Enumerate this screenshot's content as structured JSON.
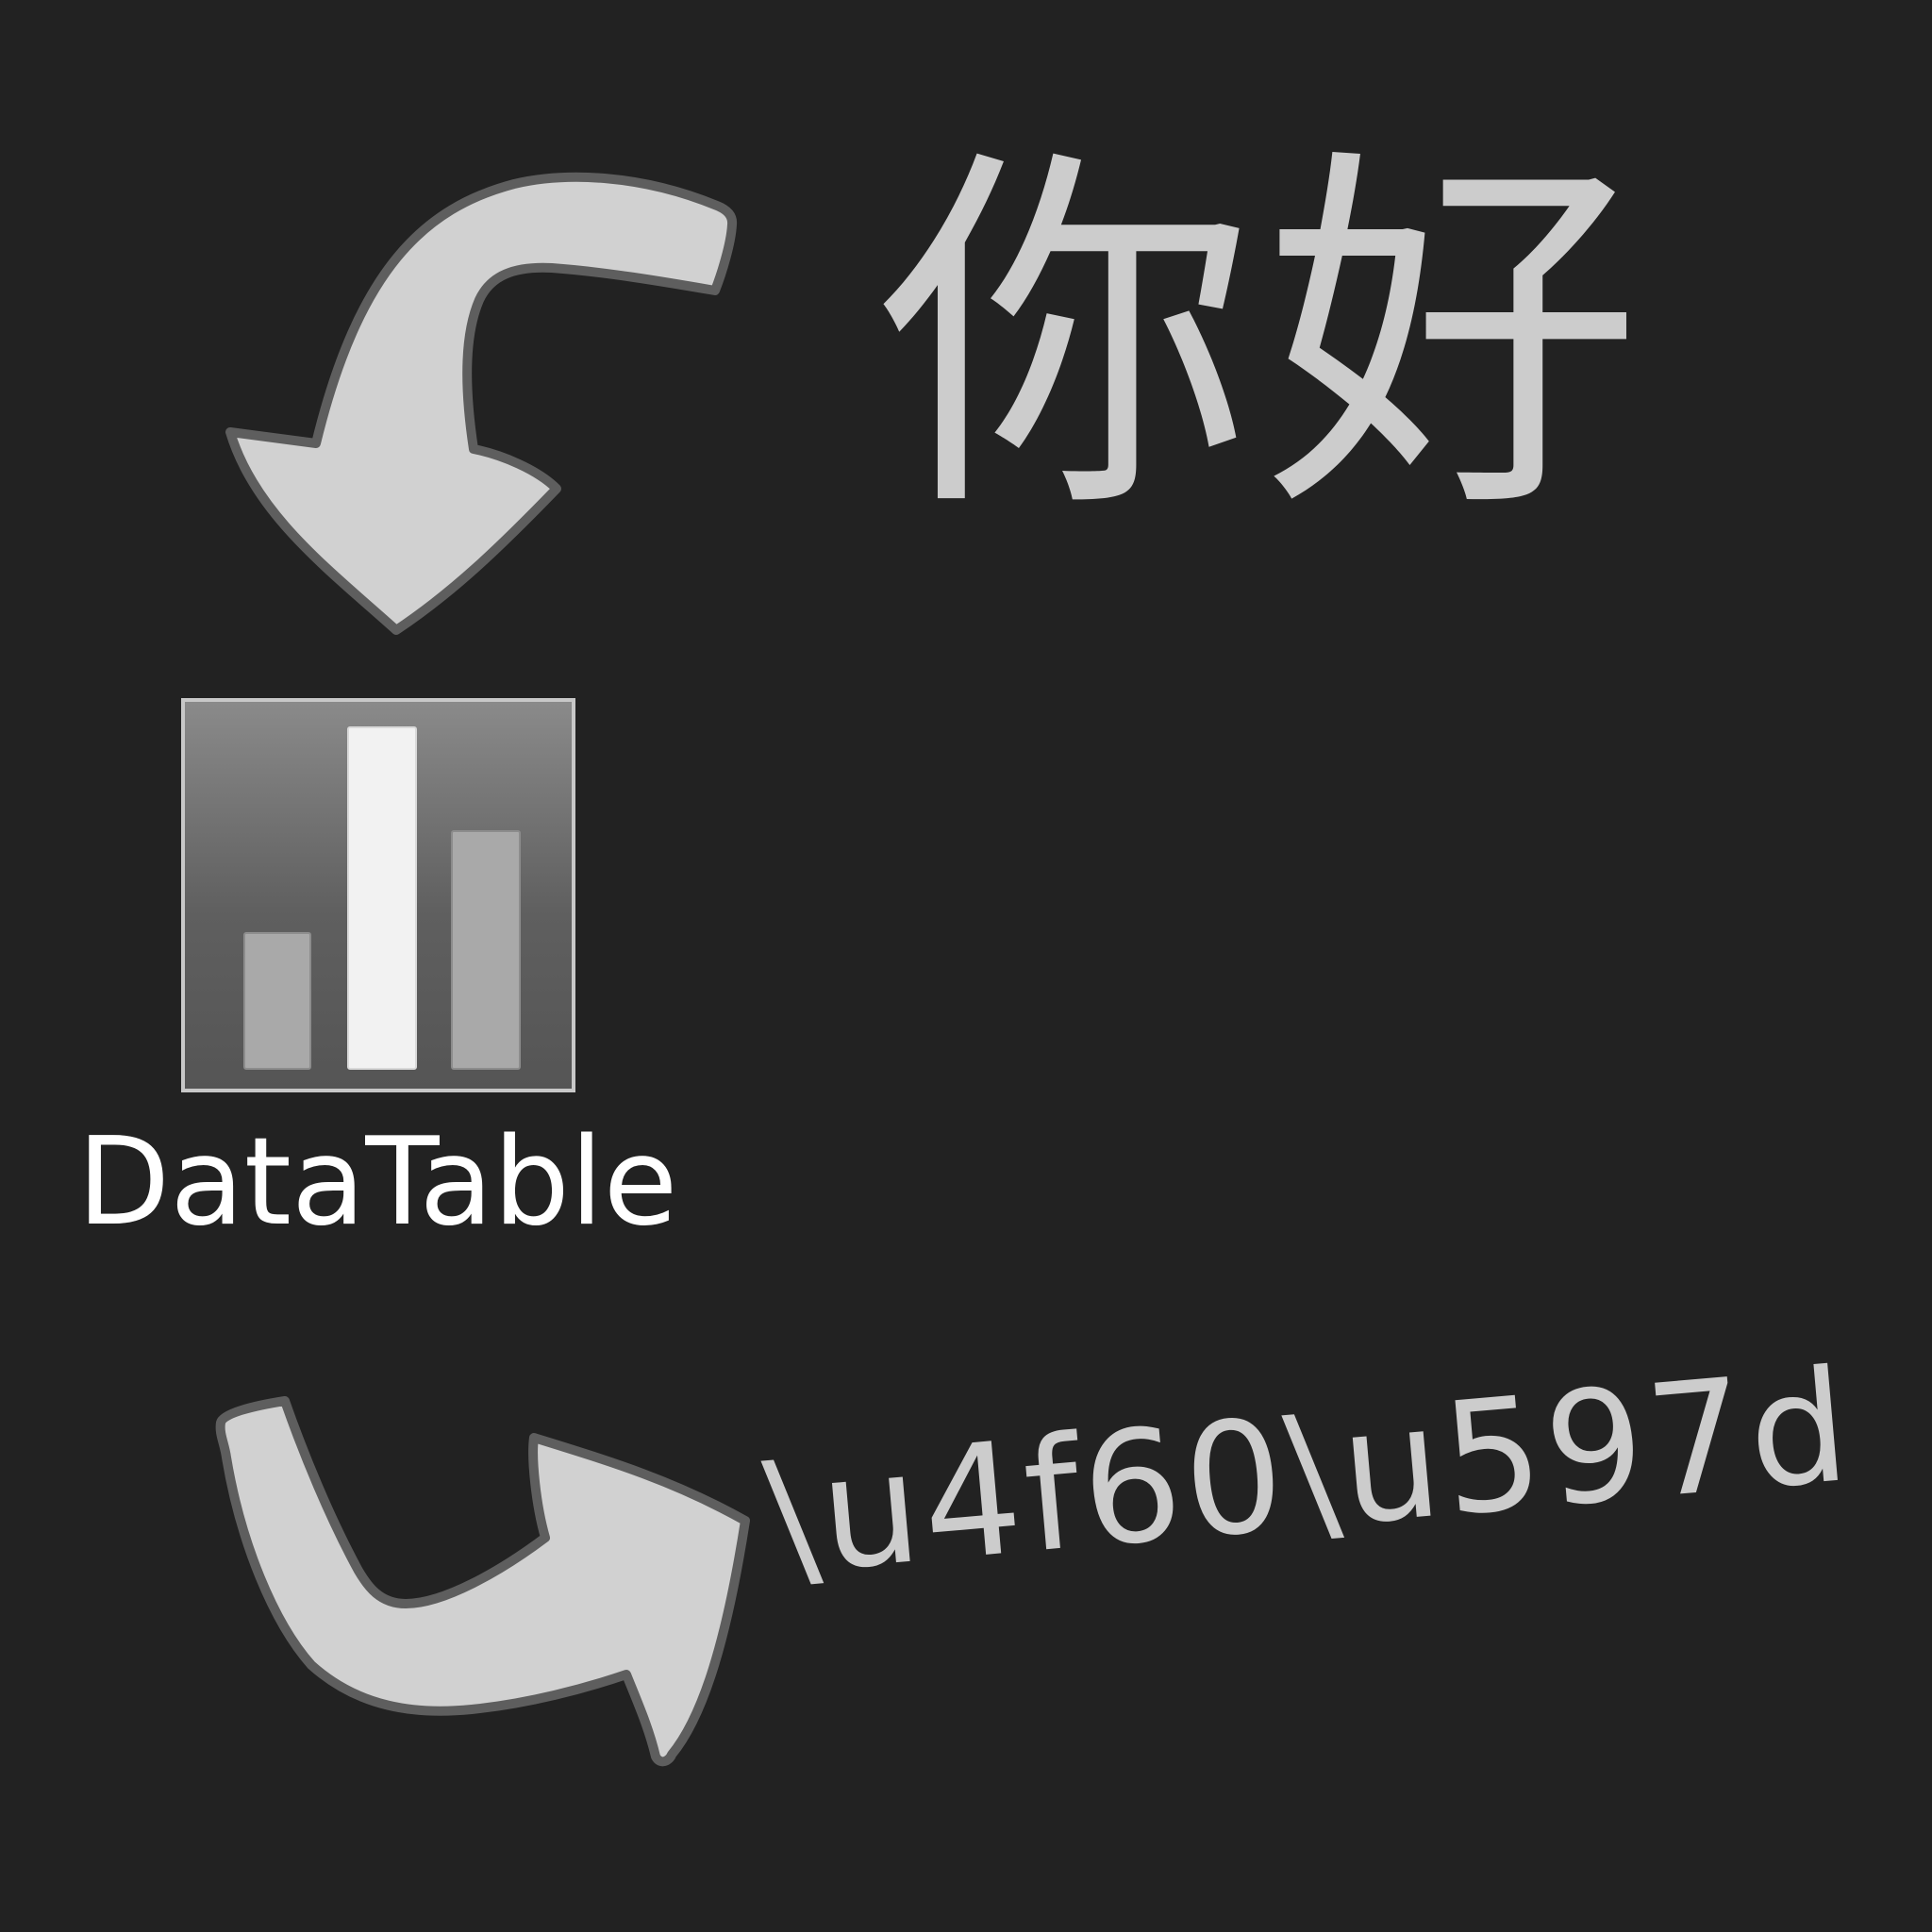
{
  "greeting": {
    "text": "你好"
  },
  "app": {
    "icon_name": "bar-chart-icon",
    "label": "DataTable"
  },
  "escaped": {
    "text": "\\u4f60\\u597d"
  },
  "colors": {
    "background": "#222222",
    "arrow_fill": "#d1d1d1",
    "arrow_outline": "#5e5e5e",
    "text_light": "#cccccc",
    "label": "#ffffff"
  }
}
